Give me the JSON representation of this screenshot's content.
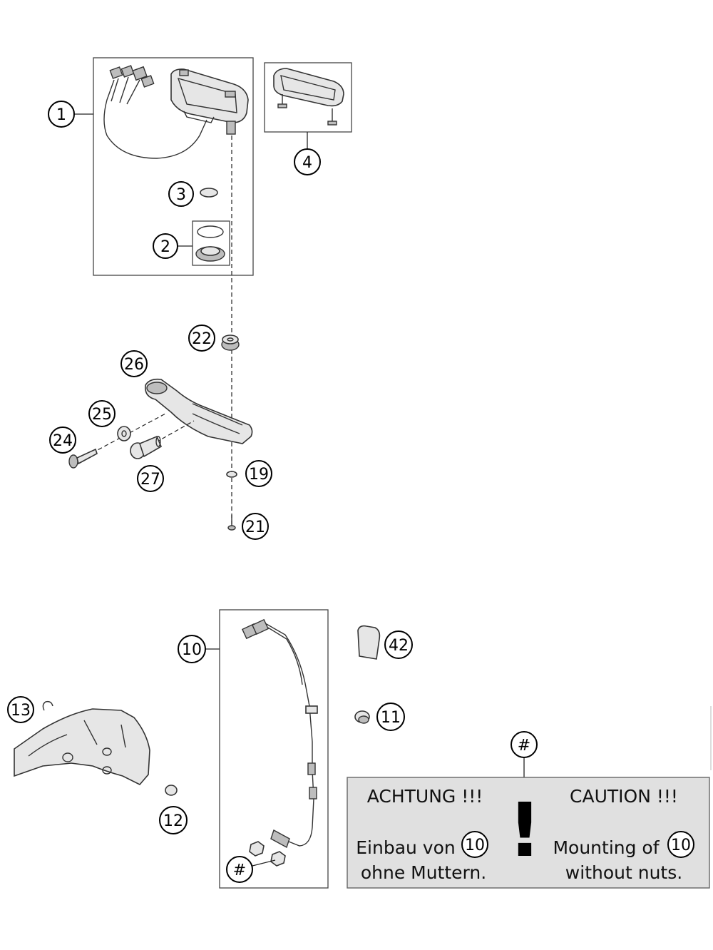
{
  "callouts": {
    "p1": "1",
    "p2": "2",
    "p3": "3",
    "p4": "4",
    "p10": "10",
    "p11": "11",
    "p12": "12",
    "p13": "13",
    "p19": "19",
    "p21": "21",
    "p22": "22",
    "p24": "24",
    "p25": "25",
    "p26": "26",
    "p27": "27",
    "p42": "42",
    "hash_top": "#",
    "hash_bottom": "#"
  },
  "note": {
    "left_title": "ACHTUNG !!!",
    "left_line1_prefix": "Einbau von",
    "left_line1_ref": "10",
    "left_line2": "ohne Muttern.",
    "right_title": "CAUTION !!!",
    "right_line1_prefix": "Mounting of",
    "right_line1_ref": "10",
    "right_line2": "without nuts.",
    "symbol": "!"
  }
}
